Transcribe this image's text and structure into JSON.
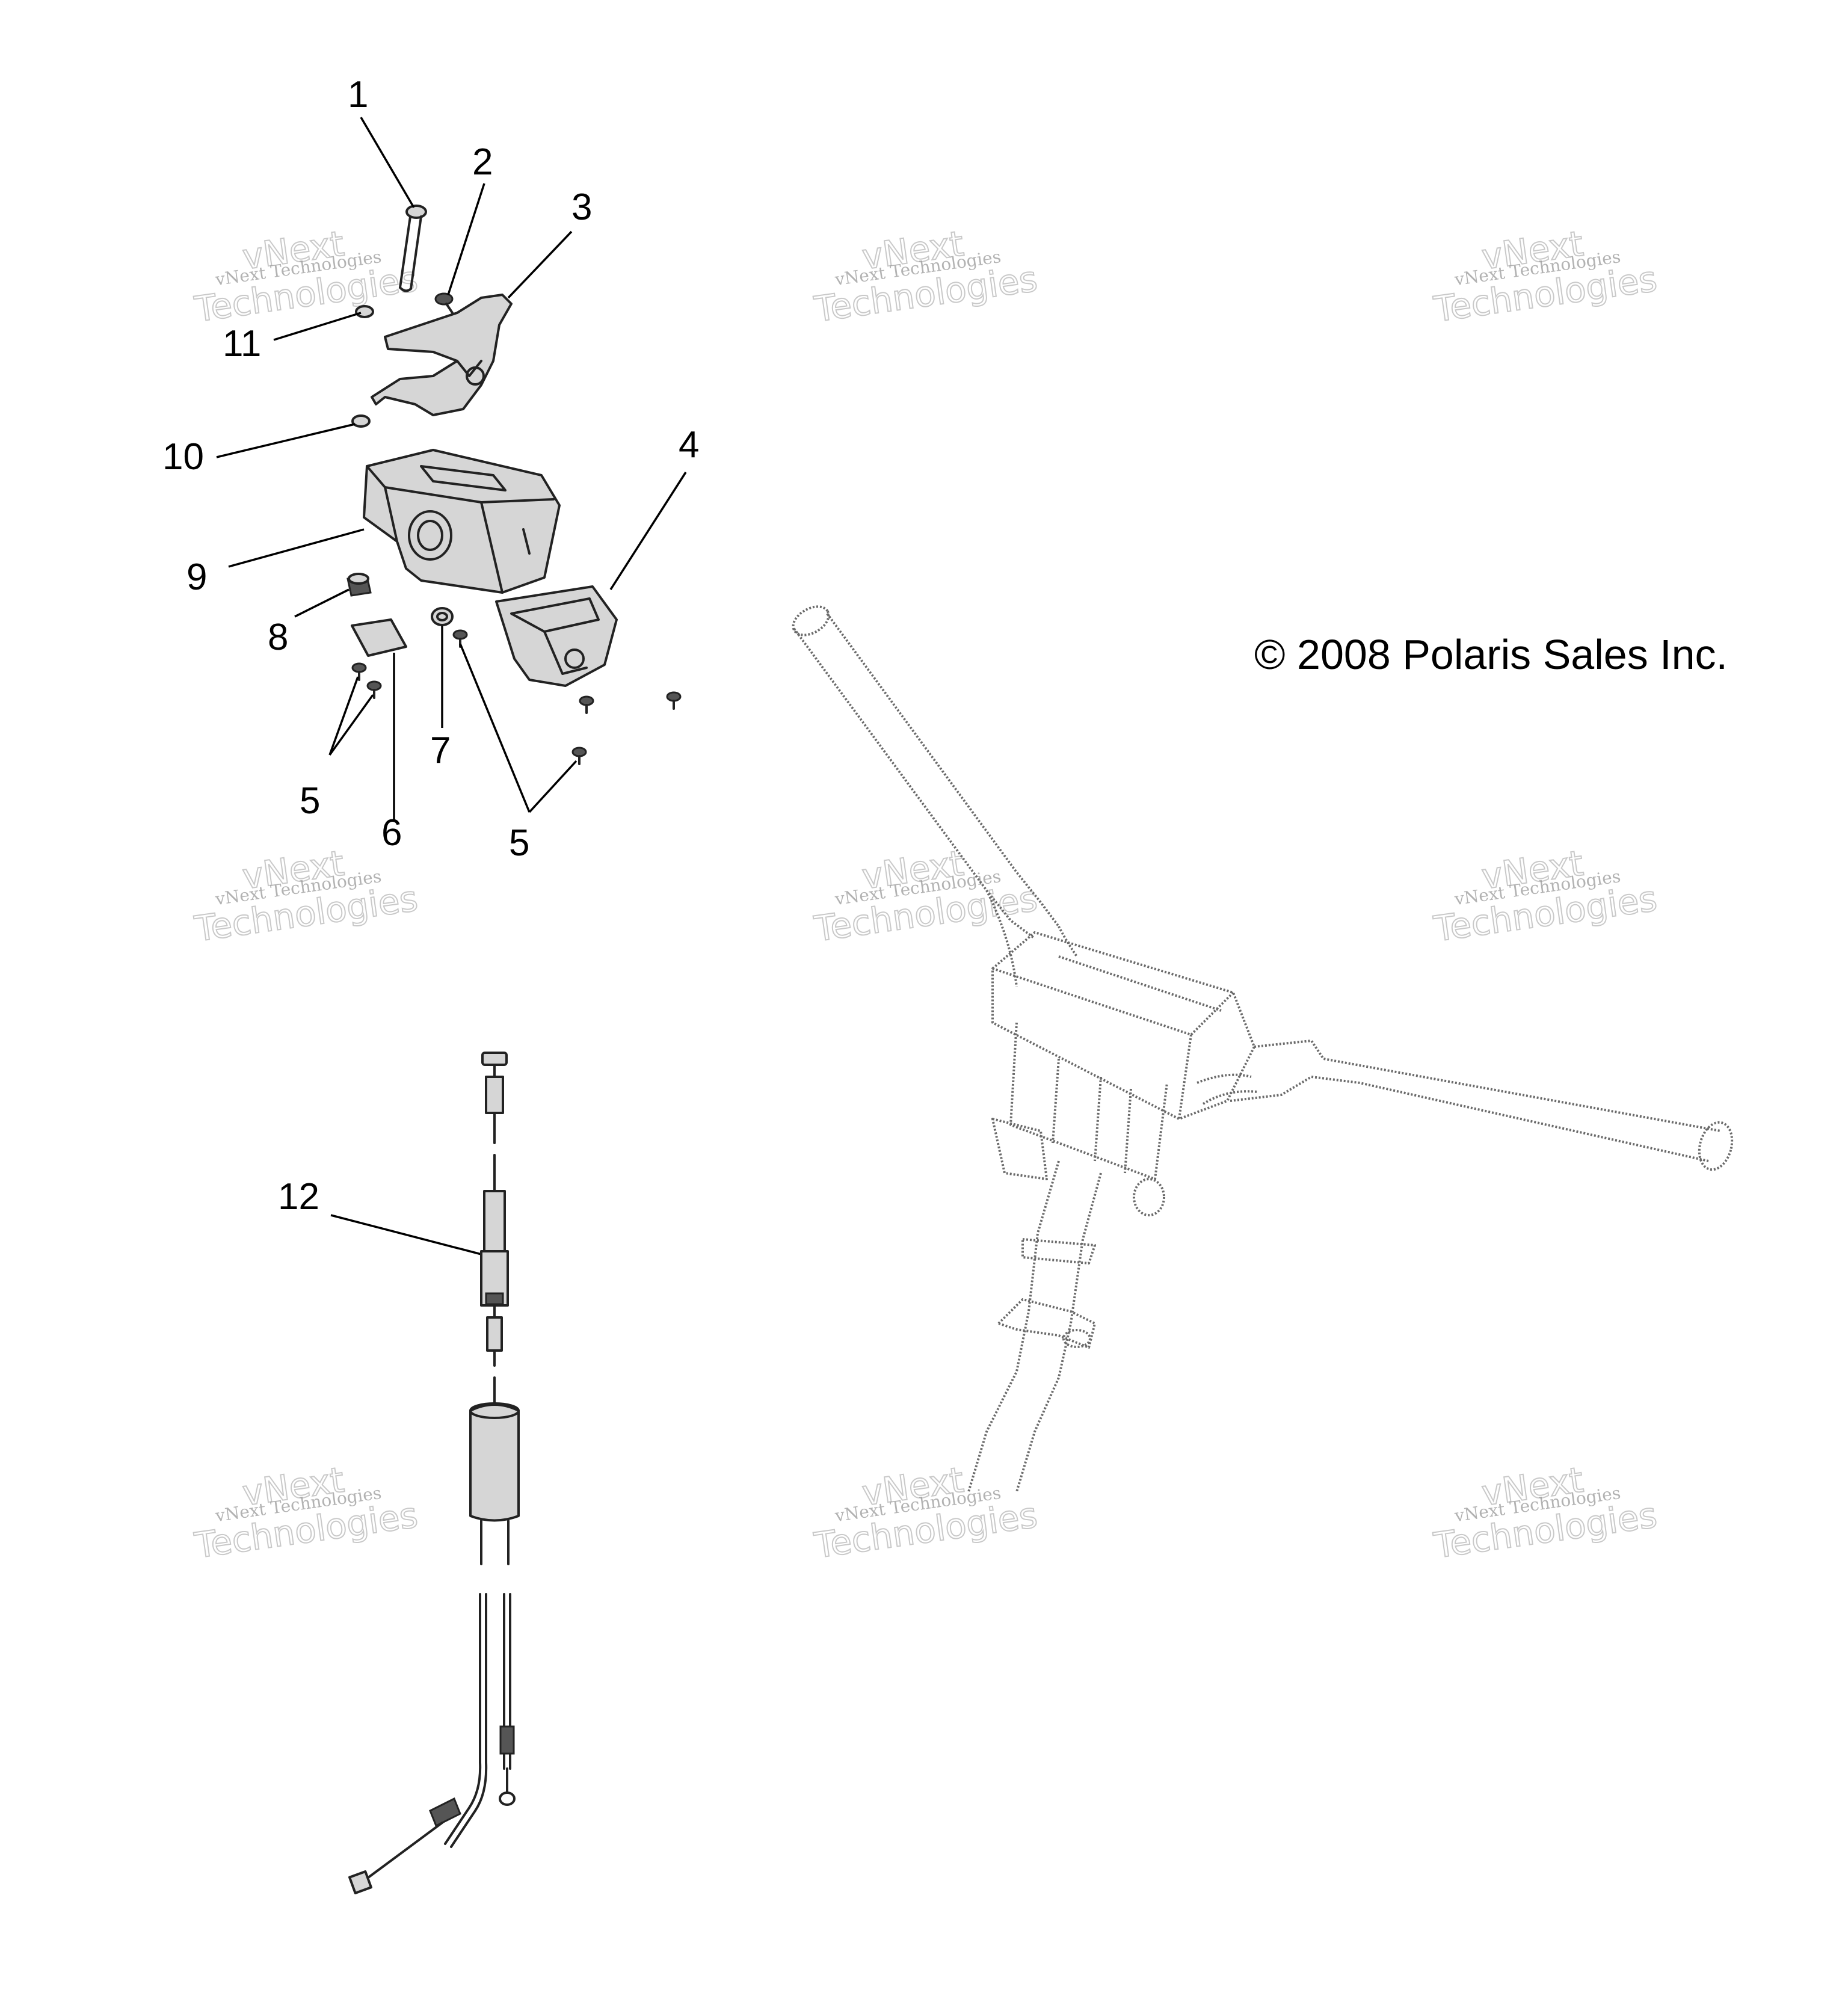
{
  "copyright": "© 2008 Polaris Sales Inc.",
  "callouts": [
    {
      "id": "1",
      "label": "1"
    },
    {
      "id": "2",
      "label": "2"
    },
    {
      "id": "3",
      "label": "3"
    },
    {
      "id": "4",
      "label": "4"
    },
    {
      "id": "5a",
      "label": "5"
    },
    {
      "id": "5b",
      "label": "5"
    },
    {
      "id": "6",
      "label": "6"
    },
    {
      "id": "7",
      "label": "7"
    },
    {
      "id": "8",
      "label": "8"
    },
    {
      "id": "9",
      "label": "9"
    },
    {
      "id": "10",
      "label": "10"
    },
    {
      "id": "11",
      "label": "11"
    },
    {
      "id": "12",
      "label": "12"
    }
  ],
  "watermark": {
    "brand": "vNext",
    "line": "vNext Technologies",
    "big": "Technologies"
  }
}
